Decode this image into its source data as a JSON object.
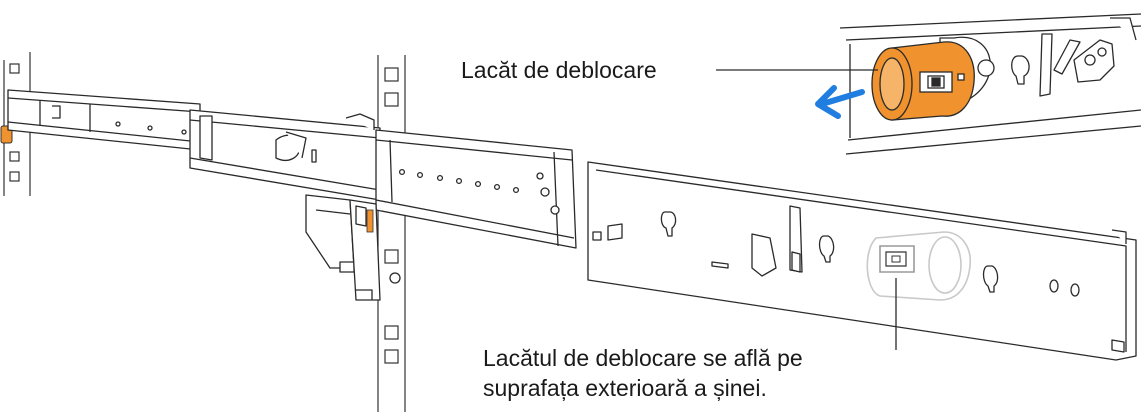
{
  "callouts": {
    "release_lock": "Lacăt de deblocare",
    "location_line1": "Lacătul de deblocare se află pe",
    "location_line2": "suprafața exterioară a șinei."
  },
  "colors": {
    "lock_orange": "#f0922e",
    "arrow_blue": "#1f7ee0",
    "line_stroke": "#2a2a2a",
    "ghost_lock": "#c9c9c9"
  },
  "icons": {
    "direction_arrow": "arrow-left-icon"
  }
}
